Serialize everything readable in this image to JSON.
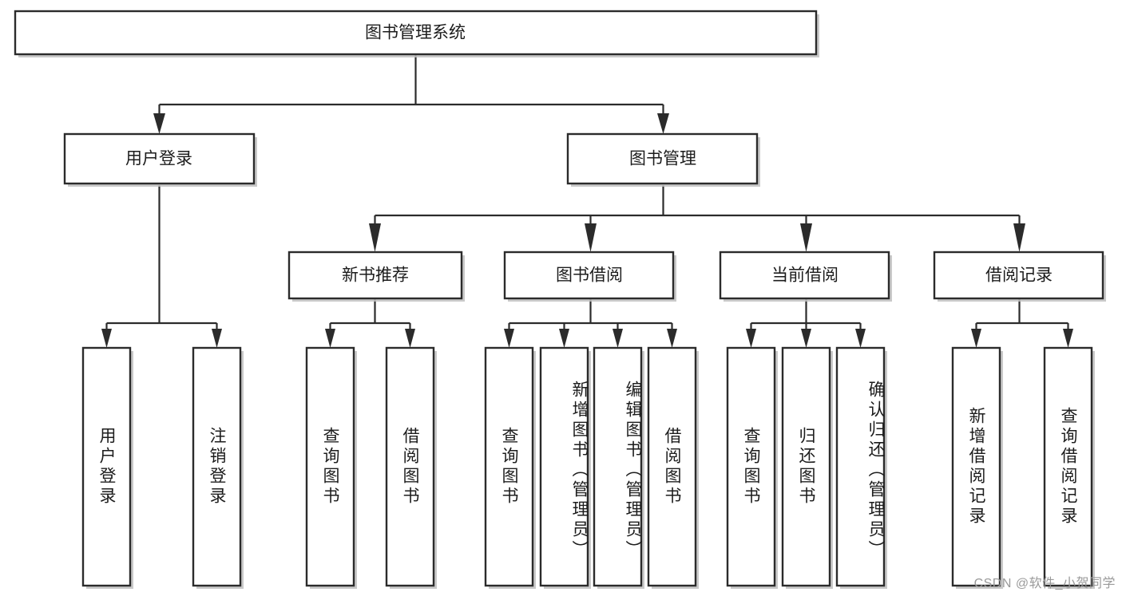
{
  "diagram": {
    "type": "tree",
    "title": "图书管理系统",
    "orientation": "top-down",
    "levels": 4,
    "colors": {
      "box_fill": "#ffffff",
      "box_stroke": "#2b2b2b",
      "shadow": "#bfbfbf",
      "text": "#1c1c1c",
      "watermark": "#9a9a9a",
      "background": "#ffffff"
    },
    "root": {
      "label": "图书管理系统",
      "orientation": "horizontal"
    },
    "level2": [
      {
        "label": "用户登录",
        "orientation": "horizontal"
      },
      {
        "label": "图书管理",
        "orientation": "horizontal"
      }
    ],
    "level3": [
      {
        "label": "新书推荐",
        "orientation": "horizontal"
      },
      {
        "label": "图书借阅",
        "orientation": "horizontal"
      },
      {
        "label": "当前借阅",
        "orientation": "horizontal"
      },
      {
        "label": "借阅记录",
        "orientation": "horizontal"
      }
    ],
    "leaves": {
      "user_login": [
        {
          "label": "用户登录",
          "orientation": "vertical"
        },
        {
          "label": "注销登录",
          "orientation": "vertical"
        }
      ],
      "new_book_recommend": [
        {
          "label": "查询图书",
          "orientation": "vertical"
        },
        {
          "label": "借阅图书",
          "orientation": "vertical"
        }
      ],
      "book_borrow": [
        {
          "label": "查询图书",
          "orientation": "vertical"
        },
        {
          "label": "新增图书（管理员）",
          "orientation": "vertical"
        },
        {
          "label": "编辑图书（管理员）",
          "orientation": "vertical"
        },
        {
          "label": "借阅图书",
          "orientation": "vertical"
        }
      ],
      "current_borrow": [
        {
          "label": "查询图书",
          "orientation": "vertical"
        },
        {
          "label": "归还图书",
          "orientation": "vertical"
        },
        {
          "label": "确认归还（管理员）",
          "orientation": "vertical"
        }
      ],
      "borrow_record": [
        {
          "label": "新增借阅记录",
          "orientation": "vertical"
        },
        {
          "label": "查询借阅记录",
          "orientation": "vertical"
        }
      ]
    },
    "edges": [
      {
        "from": "图书管理系统",
        "to": "用户登录"
      },
      {
        "from": "图书管理系统",
        "to": "图书管理"
      },
      {
        "from": "用户登录",
        "to": "用户登录"
      },
      {
        "from": "用户登录",
        "to": "注销登录"
      },
      {
        "from": "图书管理",
        "to": "新书推荐"
      },
      {
        "from": "图书管理",
        "to": "图书借阅"
      },
      {
        "from": "图书管理",
        "to": "当前借阅"
      },
      {
        "from": "图书管理",
        "to": "借阅记录"
      },
      {
        "from": "新书推荐",
        "to": "查询图书"
      },
      {
        "from": "新书推荐",
        "to": "借阅图书"
      },
      {
        "from": "图书借阅",
        "to": "查询图书"
      },
      {
        "from": "图书借阅",
        "to": "新增图书（管理员）"
      },
      {
        "from": "图书借阅",
        "to": "编辑图书（管理员）"
      },
      {
        "from": "图书借阅",
        "to": "借阅图书"
      },
      {
        "from": "当前借阅",
        "to": "查询图书"
      },
      {
        "from": "当前借阅",
        "to": "归还图书"
      },
      {
        "from": "当前借阅",
        "to": "确认归还（管理员）"
      },
      {
        "from": "借阅记录",
        "to": "新增借阅记录"
      },
      {
        "from": "借阅记录",
        "to": "查询借阅记录"
      }
    ]
  },
  "watermark": {
    "text": "CSDN @软件_小贺同学"
  }
}
